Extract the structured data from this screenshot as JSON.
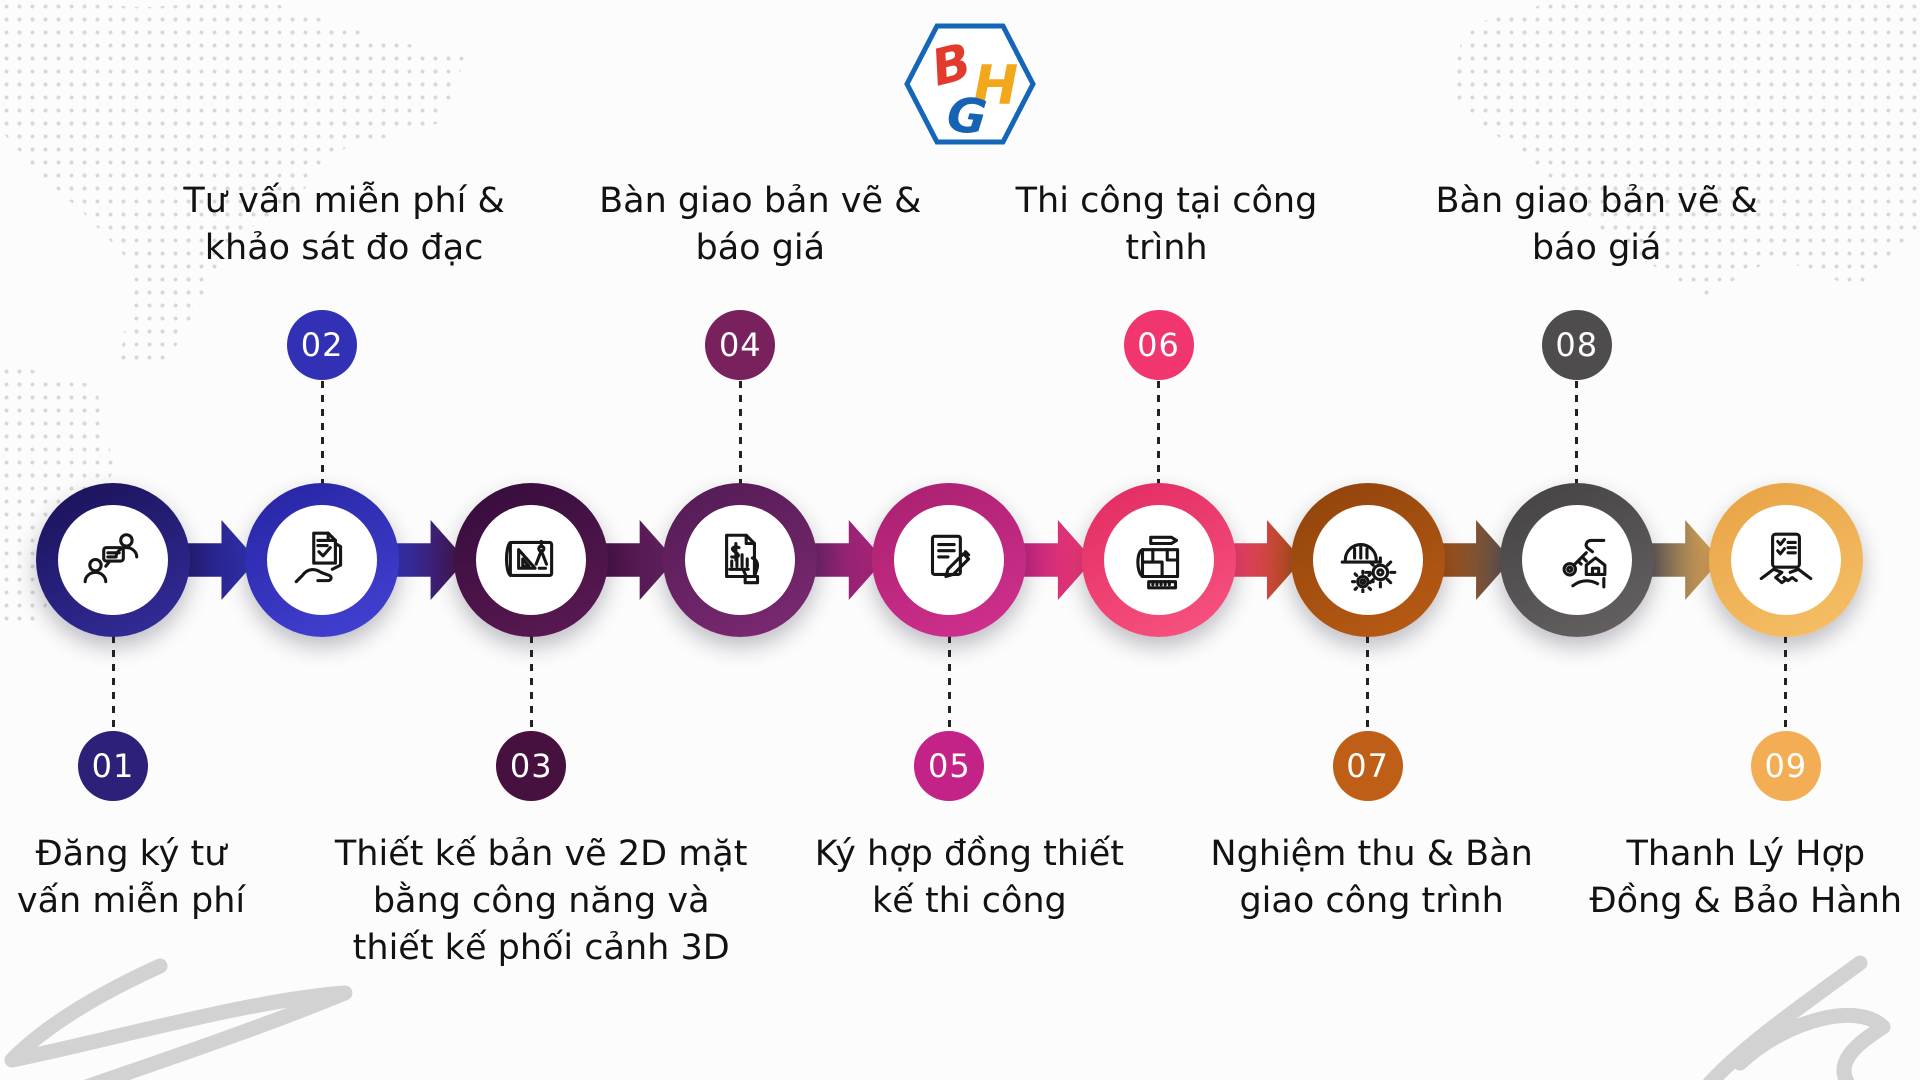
{
  "background_color": "#fcfcfc",
  "logo": {
    "outline_color": "#1467b8",
    "letters": [
      {
        "char": "B",
        "color": "#e33a2e"
      },
      {
        "char": "H",
        "color": "#f3a81c"
      },
      {
        "char": "G",
        "color": "#1763b3"
      }
    ]
  },
  "decorations": {
    "map_dot_color": "#d4d4d4",
    "scribble_color": "#d2d2d2",
    "connector_dash_color": "#222222"
  },
  "timeline": {
    "steps": [
      {
        "num": "01",
        "label_lines": [
          "Đăng ký tư",
          "vấn miễn phí"
        ],
        "label_position": "bottom",
        "label_dx": 18,
        "color": "#231b6e",
        "ring_colors": [
          "#191155",
          "#342e9e"
        ],
        "badge_color": "#2b2179",
        "icon": "consultation-icon"
      },
      {
        "num": "02",
        "label_lines": [
          "Tư vấn miễn phí &",
          "khảo sát đo đạc"
        ],
        "label_position": "top",
        "label_dx": 22,
        "color": "#3133b8",
        "ring_colors": [
          "#2624a2",
          "#4442d4"
        ],
        "badge_color": "#3231b5",
        "icon": "document-check-hand-icon"
      },
      {
        "num": "03",
        "label_lines": [
          "Thiết kế bản vẽ 2D mặt",
          "bằng công năng và",
          "thiết kế phối cảnh 3D"
        ],
        "label_position": "bottom",
        "label_dx": 10,
        "color": "#451141",
        "ring_colors": [
          "#330c3a",
          "#5d1a54"
        ],
        "badge_color": "#46103f",
        "icon": "blueprint-drafting-icon"
      },
      {
        "num": "04",
        "label_lines": [
          "Bàn giao bản vẽ &",
          "báo giá"
        ],
        "label_position": "top",
        "label_dx": 20,
        "color": "#682364",
        "ring_colors": [
          "#511b53",
          "#7e2a73"
        ],
        "badge_color": "#79215d",
        "icon": "cost-report-icon"
      },
      {
        "num": "05",
        "label_lines": [
          "Ký hợp đồng thiết",
          "kế thi công"
        ],
        "label_position": "bottom",
        "label_dx": 20,
        "color": "#bd2480",
        "ring_colors": [
          "#a81f6e",
          "#d23190"
        ],
        "badge_color": "#c32387",
        "icon": "contract-signing-icon"
      },
      {
        "num": "06",
        "label_lines": [
          "Thi công tại công",
          "trình"
        ],
        "label_position": "top",
        "label_dx": 8,
        "color": "#f33b72",
        "ring_colors": [
          "#e22a61",
          "#f85581"
        ],
        "badge_color": "#f0356f",
        "icon": "floor-plan-icon"
      },
      {
        "num": "07",
        "label_lines": [
          "Nghiệm thu & Bàn",
          "giao công trình"
        ],
        "label_position": "bottom",
        "label_dx": 4,
        "color": "#a8500f",
        "ring_colors": [
          "#8f430b",
          "#ba5c15"
        ],
        "badge_color": "#bf5e17",
        "icon": "construction-gears-icon"
      },
      {
        "num": "08",
        "label_lines": [
          "Bàn giao bản vẽ &",
          "báo giá"
        ],
        "label_position": "top",
        "label_dx": 20,
        "color": "#575455",
        "ring_colors": [
          "#444142",
          "#676364"
        ],
        "badge_color": "#4f4c4d",
        "icon": "key-handover-icon"
      },
      {
        "num": "09",
        "label_lines": [
          "Thanh Lý Hợp",
          "Đồng & Bảo Hành"
        ],
        "label_position": "bottom",
        "label_dx": -40,
        "color": "#f2b155",
        "ring_colors": [
          "#e8a244",
          "#f6c168"
        ],
        "badge_color": "#f3ae55",
        "icon": "handshake-checklist-icon"
      }
    ]
  }
}
